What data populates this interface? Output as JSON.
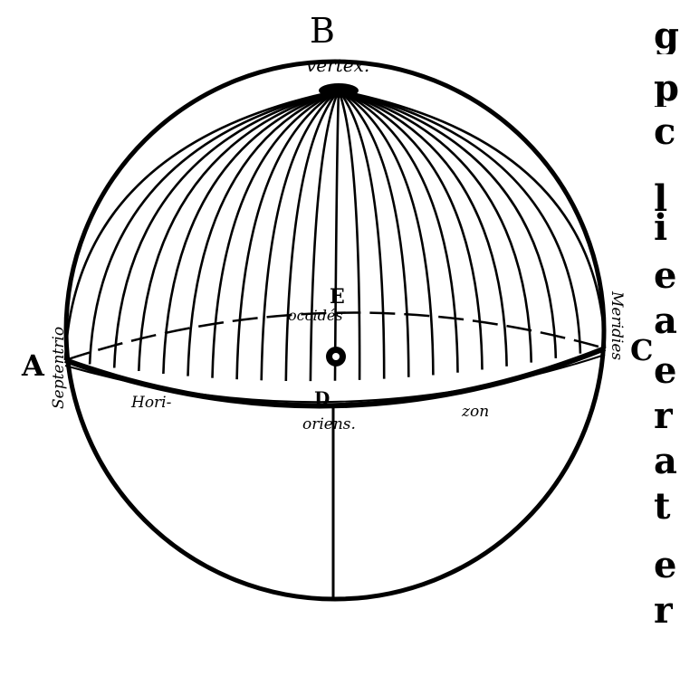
{
  "labels": {
    "B": "B",
    "vertex": "vertex.",
    "E": "E",
    "occidens": "occidés",
    "A": "A",
    "septentrio": "Septentrio",
    "C": "C",
    "meridies": "Meridies",
    "D": "D",
    "oriens": "oriens.",
    "horizon_left": "Hori-",
    "horizon_right": "zon"
  },
  "margin_letters": [
    "g",
    "p",
    "c",
    "l",
    "i",
    "e",
    "a",
    "e",
    "r",
    "a",
    "t",
    "e",
    "r"
  ],
  "colors": {
    "ink": "#000000",
    "paper": "#ffffff"
  }
}
